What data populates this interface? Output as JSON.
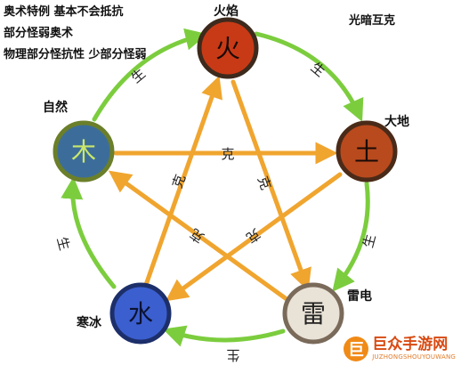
{
  "notes": {
    "left_1": "奥术特例 基本不会抵抗",
    "left_2": "部分怪弱奥术",
    "left_3": "物理部分怪抗性 少部分怪弱",
    "right": "光暗互克"
  },
  "elements": {
    "fire": {
      "label": "火焰",
      "glyph": "火",
      "color": "#c83a16",
      "ring": "#3d2a1c"
    },
    "earth": {
      "label": "大地",
      "glyph": "土",
      "color": "#b84a1e",
      "ring": "#4a2a18"
    },
    "thunder": {
      "label": "雷电",
      "glyph": "雷",
      "color": "#e9e2d6",
      "ring": "#7a6a5a"
    },
    "ice": {
      "label": "寒冰",
      "glyph": "水",
      "color": "#3b5fcf",
      "ring": "#1d2f6a"
    },
    "nature": {
      "label": "自然",
      "glyph": "木",
      "color": "#3c6d9a",
      "ring": "#6b7f2a"
    }
  },
  "relations": {
    "generate_label": "生",
    "restrain_label": "克",
    "generate_color": "#7ccd3e",
    "restrain_color": "#f0a52f"
  },
  "watermark": {
    "logo": "巨",
    "title": "巨众手游网",
    "subtitle": "JUZHONGSHOUYOUWANG"
  }
}
